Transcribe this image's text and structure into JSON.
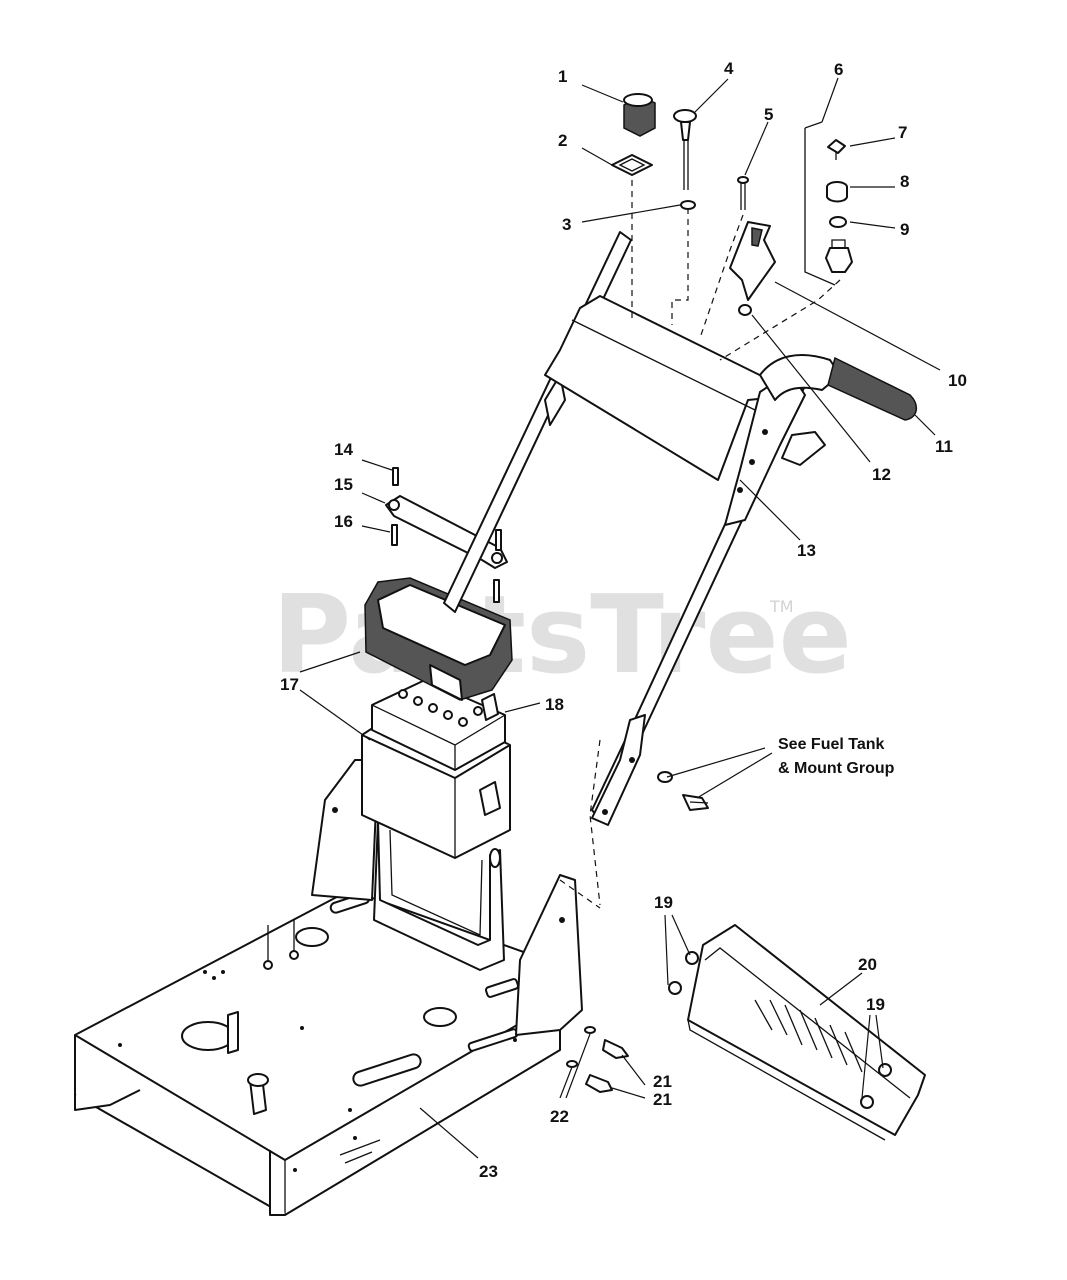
{
  "callouts": [
    "1",
    "2",
    "3",
    "4",
    "5",
    "6",
    "7",
    "8",
    "9",
    "10",
    "11",
    "12",
    "13",
    "14",
    "15",
    "16",
    "17",
    "18",
    "19",
    "19",
    "20",
    "21",
    "21",
    "22",
    "23"
  ],
  "note": {
    "line1": "See Fuel Tank",
    "line2": "& Mount Group"
  },
  "watermark": {
    "text": "PartsTree",
    "trademark": "TM"
  }
}
